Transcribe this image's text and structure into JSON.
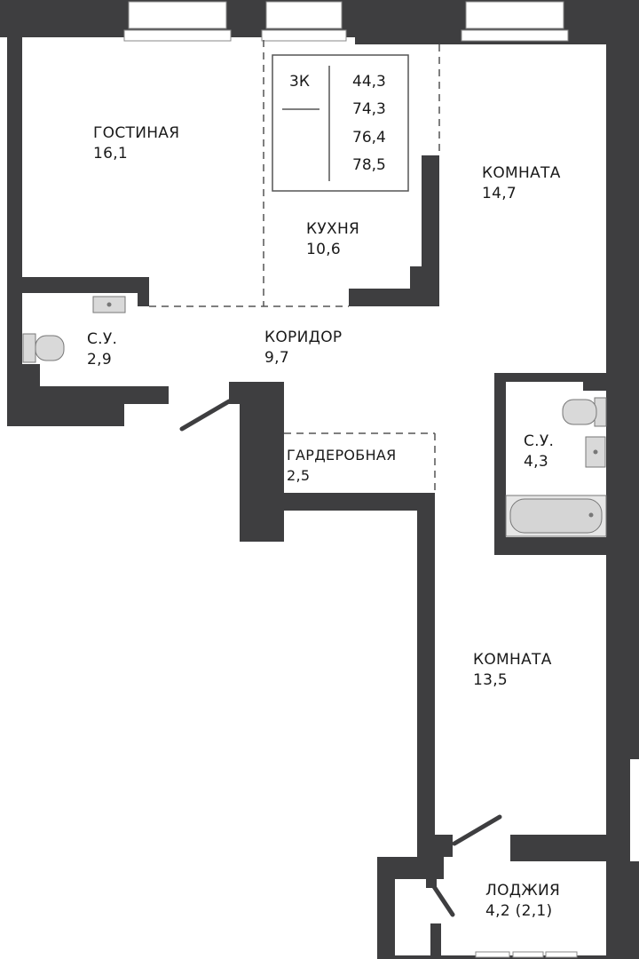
{
  "colors": {
    "wall": "#3e3e40",
    "line": "#555555",
    "fixture": "#cfcfcf"
  },
  "summary": {
    "type": "3К",
    "areas": [
      "44,3",
      "74,3",
      "76,4",
      "78,5"
    ]
  },
  "rooms": [
    {
      "id": "living",
      "name": "ГОСТИНАЯ",
      "area": "16,1"
    },
    {
      "id": "kitchen",
      "name": "КУХНЯ",
      "area": "10,6"
    },
    {
      "id": "room1",
      "name": "КОМНАТА",
      "area": "14,7"
    },
    {
      "id": "bath1",
      "name": "С.У.",
      "area": "2,9"
    },
    {
      "id": "corridor",
      "name": "КОРИДОР",
      "area": "9,7"
    },
    {
      "id": "wardrobe",
      "name": "ГАРДЕРОБНАЯ",
      "area": "2,5"
    },
    {
      "id": "bath2",
      "name": "С.У.",
      "area": "4,3"
    },
    {
      "id": "room2",
      "name": "КОМНАТА",
      "area": "13,5"
    },
    {
      "id": "loggia",
      "name": "ЛОДЖИЯ",
      "area": "4,2 (2,1)"
    }
  ]
}
